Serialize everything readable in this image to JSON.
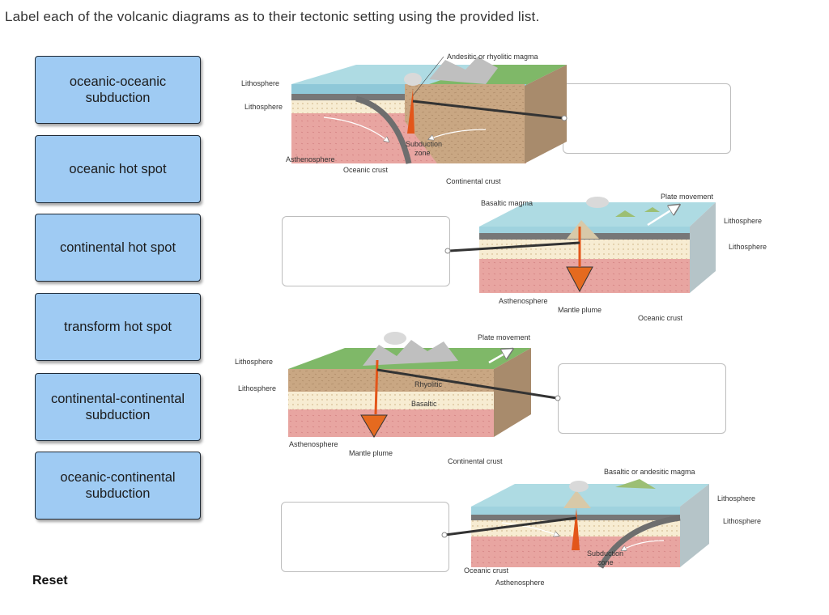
{
  "instruction": "Label each of the volcanic diagrams as to their tectonic setting using the provided list.",
  "chips": [
    {
      "label": "oceanic-oceanic subduction"
    },
    {
      "label": "oceanic hot spot"
    },
    {
      "label": "continental hot spot"
    },
    {
      "label": "transform hot spot"
    },
    {
      "label": "continental-continental subduction"
    },
    {
      "label": "oceanic-continental subduction"
    }
  ],
  "reset_label": "Reset",
  "diagrams": {
    "d1": {
      "magma": "Andesitic or rhyolitic magma",
      "lith1": "Lithosphere",
      "lith2": "Lithosphere",
      "asthenosphere": "Asthenosphere",
      "oceanic_crust": "Oceanic crust",
      "subduction1": "Subduction",
      "subduction2": "zone",
      "continental_crust": "Continental crust"
    },
    "d2": {
      "magma": "Basaltic magma",
      "plate": "Plate movement",
      "lith1": "Lithosphere",
      "lith2": "Lithosphere",
      "asthenosphere": "Asthenosphere",
      "plume": "Mantle plume",
      "oceanic_crust": "Oceanic crust"
    },
    "d3": {
      "plate": "Plate movement",
      "lith1": "Lithosphere",
      "lith2": "Lithosphere",
      "rhyolitic": "Rhyolitic",
      "basaltic": "Basaltic",
      "asthenosphere": "Asthenosphere",
      "plume": "Mantle plume",
      "continental_crust": "Continental crust"
    },
    "d4": {
      "magma": "Basaltic or andesitic magma",
      "lith1": "Lithosphere",
      "lith2": "Lithosphere",
      "subduction1": "Subduction",
      "subduction2": "zone",
      "oceanic_crust": "Oceanic crust",
      "asthenosphere": "Asthenosphere"
    }
  }
}
